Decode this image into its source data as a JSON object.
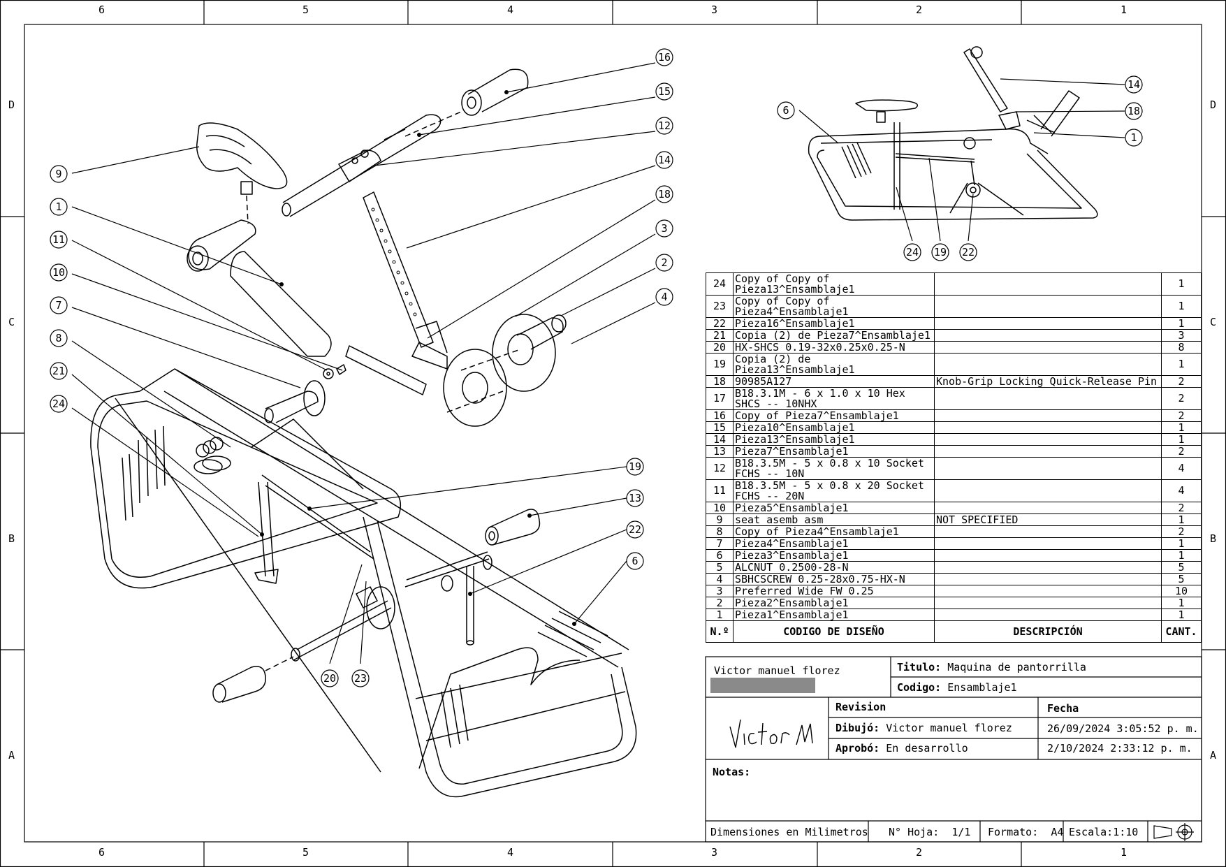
{
  "frame": {
    "columns": [
      "6",
      "5",
      "4",
      "3",
      "2",
      "1"
    ],
    "rows": [
      "D",
      "C",
      "B",
      "A"
    ]
  },
  "balloons": {
    "main": [
      "16",
      "15",
      "12",
      "14",
      "18",
      "3",
      "2",
      "4",
      "9",
      "1",
      "11",
      "10",
      "7",
      "8",
      "21",
      "24",
      "19",
      "13",
      "22",
      "6",
      "20",
      "23"
    ],
    "inset": [
      "6",
      "14",
      "18",
      "1",
      "24",
      "19",
      "22"
    ]
  },
  "bom": {
    "headers": {
      "num": "N.º",
      "code": "CODIGO DE DISEÑO",
      "desc": "DESCRIPCIÓN",
      "qty": "CANT."
    },
    "rows": [
      {
        "n": "24",
        "code": "Copy of Copy of Pieza13^Ensamblaje1",
        "desc": "",
        "qty": "1"
      },
      {
        "n": "23",
        "code": "Copy of Copy of Pieza4^Ensamblaje1",
        "desc": "",
        "qty": "1"
      },
      {
        "n": "22",
        "code": "Pieza16^Ensamblaje1",
        "desc": "",
        "qty": "1"
      },
      {
        "n": "21",
        "code": "Copia (2) de Pieza7^Ensamblaje1",
        "desc": "",
        "qty": "3"
      },
      {
        "n": "20",
        "code": "HX-SHCS 0.19-32x0.25x0.25-N",
        "desc": "",
        "qty": "8"
      },
      {
        "n": "19",
        "code": "Copia (2) de Pieza13^Ensamblaje1",
        "desc": "",
        "qty": "1"
      },
      {
        "n": "18",
        "code": "90985A127",
        "desc": "Knob-Grip Locking Quick-Release Pin",
        "qty": "2"
      },
      {
        "n": "17",
        "code": "B18.3.1M - 6 x 1.0 x 10 Hex SHCS -- 10NHX",
        "desc": "",
        "qty": "2"
      },
      {
        "n": "16",
        "code": "Copy of Pieza7^Ensamblaje1",
        "desc": "",
        "qty": "2"
      },
      {
        "n": "15",
        "code": "Pieza10^Ensamblaje1",
        "desc": "",
        "qty": "1"
      },
      {
        "n": "14",
        "code": "Pieza13^Ensamblaje1",
        "desc": "",
        "qty": "1"
      },
      {
        "n": "13",
        "code": "Pieza7^Ensamblaje1",
        "desc": "",
        "qty": "2"
      },
      {
        "n": "12",
        "code": "B18.3.5M - 5 x 0.8 x 10 Socket FCHS -- 10N",
        "desc": "",
        "qty": "4"
      },
      {
        "n": "11",
        "code": "B18.3.5M - 5 x 0.8 x 20 Socket FCHS -- 20N",
        "desc": "",
        "qty": "4"
      },
      {
        "n": "10",
        "code": "Pieza5^Ensamblaje1",
        "desc": "",
        "qty": "2"
      },
      {
        "n": "9",
        "code": "seat_asemb_asm",
        "desc": "NOT SPECIFIED",
        "qty": "1"
      },
      {
        "n": "8",
        "code": "Copy of Pieza4^Ensamblaje1",
        "desc": "",
        "qty": "2"
      },
      {
        "n": "7",
        "code": "Pieza4^Ensamblaje1",
        "desc": "",
        "qty": "1"
      },
      {
        "n": "6",
        "code": "Pieza3^Ensamblaje1",
        "desc": "",
        "qty": "1"
      },
      {
        "n": "5",
        "code": "ALCNUT 0.2500-28-N",
        "desc": "",
        "qty": "5"
      },
      {
        "n": "4",
        "code": "SBHCSCREW 0.25-28x0.75-HX-N",
        "desc": "",
        "qty": "5"
      },
      {
        "n": "3",
        "code": "Preferred Wide FW 0.25",
        "desc": "",
        "qty": "10"
      },
      {
        "n": "2",
        "code": "Pieza2^Ensamblaje1",
        "desc": "",
        "qty": "1"
      },
      {
        "n": "1",
        "code": "Pieza1^Ensamblaje1",
        "desc": "",
        "qty": "1"
      }
    ]
  },
  "title_block": {
    "author": "Victor manuel florez",
    "titulo_label": "Titulo:",
    "titulo": "Maquina de pantorrilla",
    "codigo_label": "Codigo:",
    "codigo": "Ensamblaje1",
    "signature": "Victor M.",
    "revision_label": "Revision",
    "fecha_label": "Fecha",
    "dibujo_label": "Dibujó:",
    "dibujo": "Victor manuel florez",
    "dibujo_fecha": "26/09/2024 3:05:52 p. m.",
    "aprobo_label": "Aprobó:",
    "aprobo": "En desarrollo",
    "aprobo_fecha": "2/10/2024 2:33:12 p. m.",
    "notas_label": "Notas:",
    "units": "Dimensiones en Milimetros",
    "hoja_label": "N° Hoja:",
    "hoja": "1/1",
    "formato_label": "Formato:",
    "formato": "A4",
    "escala_label": "Escala:",
    "escala": "1:10"
  }
}
